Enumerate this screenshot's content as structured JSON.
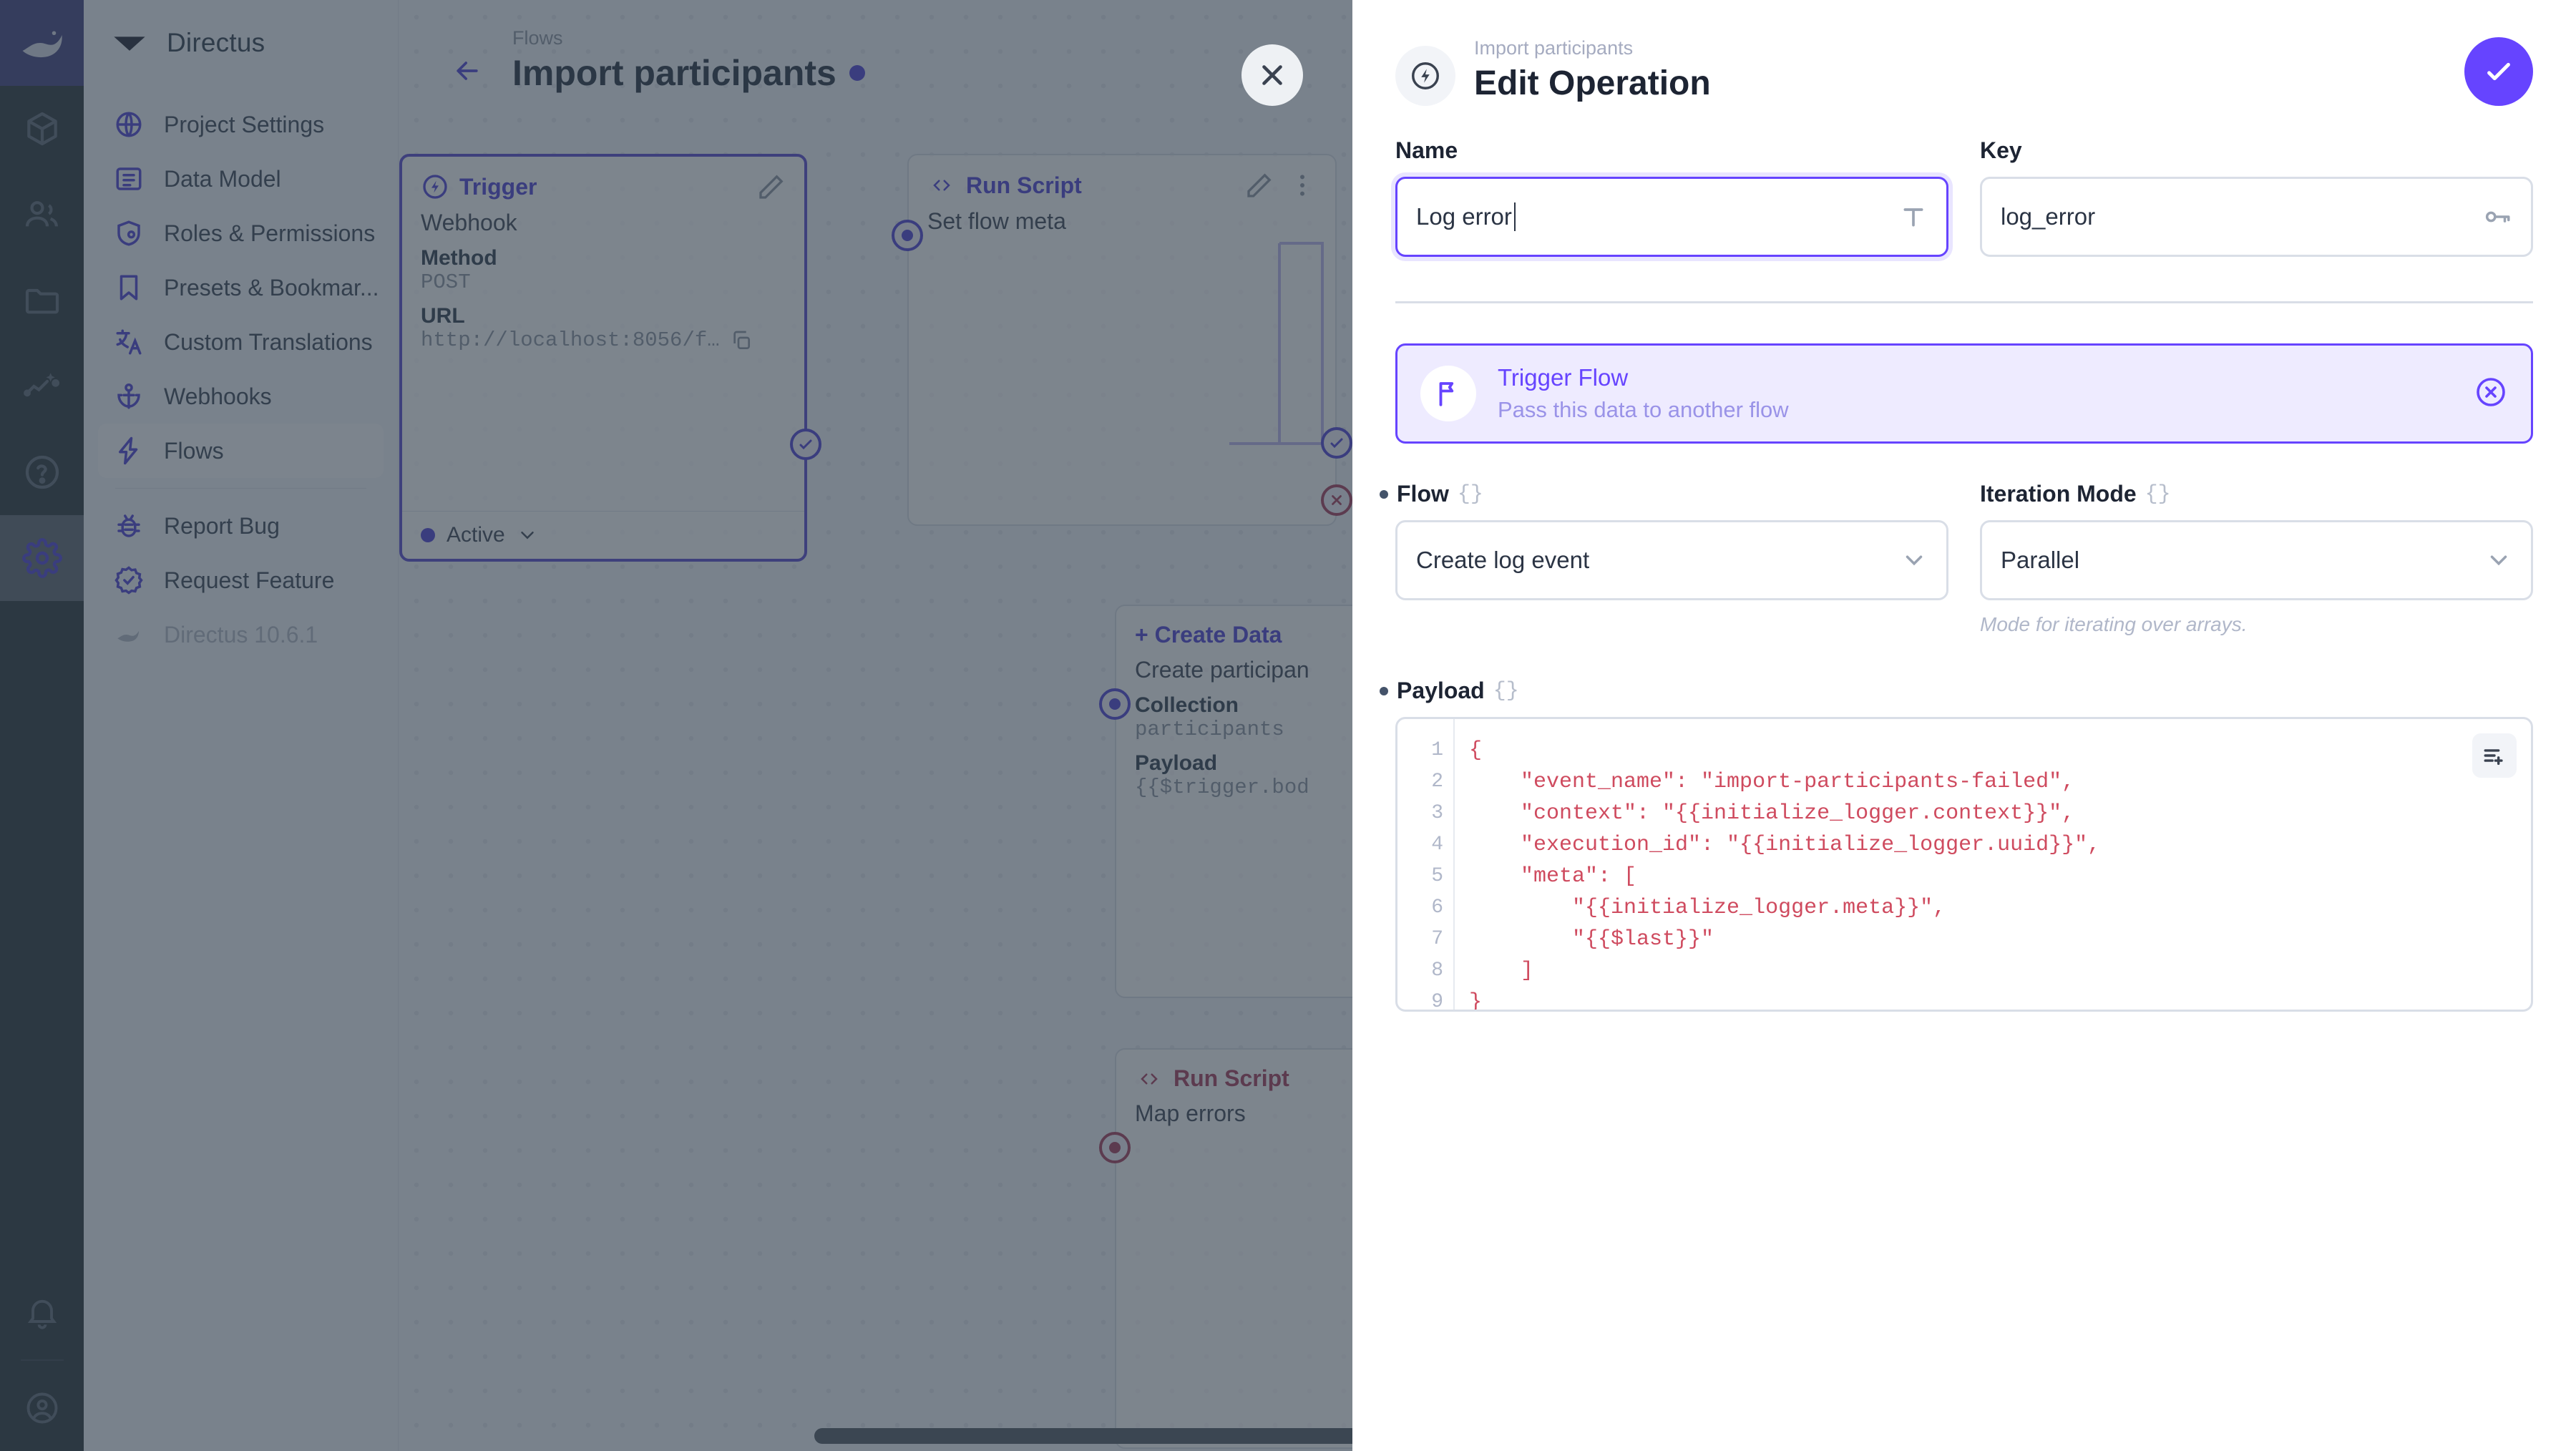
{
  "colors": {
    "accent": "#6644ff",
    "brand_dark": "#263238",
    "danger": "#a33a5b",
    "code_string": "#cf4b5f"
  },
  "rail": {
    "items": [
      {
        "name": "directus-logo",
        "icon": "rabbit-logo-icon"
      },
      {
        "name": "content",
        "icon": "box-icon"
      },
      {
        "name": "users",
        "icon": "people-icon"
      },
      {
        "name": "files",
        "icon": "folder-icon"
      },
      {
        "name": "insights",
        "icon": "insights-icon"
      },
      {
        "name": "help",
        "icon": "question-circle-icon"
      },
      {
        "name": "settings",
        "icon": "gear-icon"
      }
    ],
    "bottom": [
      {
        "name": "notifications",
        "icon": "bell-icon"
      },
      {
        "name": "account",
        "icon": "account-circle-icon"
      }
    ]
  },
  "modulebar": {
    "title": "Directus",
    "logo_icon": "directus-mark-icon",
    "items": [
      {
        "label": "Project Settings",
        "icon": "public-icon"
      },
      {
        "label": "Data Model",
        "icon": "list-alt-icon"
      },
      {
        "label": "Roles & Permissions",
        "icon": "admin-panel-icon"
      },
      {
        "label": "Presets & Bookmar...",
        "icon": "bookmark-icon"
      },
      {
        "label": "Custom Translations",
        "icon": "translate-icon"
      },
      {
        "label": "Webhooks",
        "icon": "anchor-icon"
      },
      {
        "label": "Flows",
        "icon": "bolt-icon",
        "selected": true
      }
    ],
    "footer_items": [
      {
        "label": "Report Bug",
        "icon": "bug-icon"
      },
      {
        "label": "Request Feature",
        "icon": "verified-icon"
      },
      {
        "label": "Directus 10.6.1",
        "icon": "rabbit-logo-icon",
        "muted": true
      }
    ]
  },
  "canvas": {
    "breadcrumb": "Flows",
    "title": "Import participants",
    "back_icon": "arrow-left-icon",
    "close_icon": "close-icon",
    "nodes": [
      {
        "type": "Trigger",
        "type_icon": "bolt-circle-icon",
        "edit_icon": "pencil-icon",
        "name": "Webhook",
        "fields": [
          {
            "key": "Method",
            "value": "POST"
          },
          {
            "key": "URL",
            "value": "http://localhost:8056/f…",
            "copy_icon": "copy-icon"
          }
        ],
        "status": "Active",
        "status_chevron_icon": "chevron-down-icon"
      },
      {
        "type": "Run Script",
        "type_icon": "code-icon",
        "edit_icon": "pencil-icon",
        "more_icon": "more-vertical-icon",
        "name": "Set flow meta"
      },
      {
        "type": "+ Create Data",
        "type_icon": "plus-icon",
        "name": "Create participan",
        "fields": [
          {
            "key": "Collection",
            "value": "participants"
          },
          {
            "key": "Payload",
            "value": "{{$trigger.bod"
          }
        ]
      },
      {
        "type": "Run Script",
        "type_icon": "code-icon",
        "name": "Map errors",
        "error": true
      }
    ]
  },
  "drawer": {
    "breadcrumb": "Import participants",
    "title": "Edit Operation",
    "badge_icon": "bolt-circle-icon",
    "save_icon": "check-icon",
    "name_field": {
      "label": "Name",
      "value": "Log error",
      "trail_icon": "text-format-icon"
    },
    "key_field": {
      "label": "Key",
      "value": "log_error",
      "trail_icon": "key-icon"
    },
    "banner": {
      "title": "Trigger Flow",
      "subtitle": "Pass this data to another flow",
      "icon": "flag-icon",
      "close_icon": "cancel-circle-icon"
    },
    "flow_field": {
      "label": "Flow",
      "braces": "{}",
      "value": "Create log event",
      "chevron_icon": "chevron-down-icon",
      "required": true
    },
    "iteration_field": {
      "label": "Iteration Mode",
      "braces": "{}",
      "value": "Parallel",
      "chevron_icon": "chevron-down-icon",
      "hint": "Mode for iterating over arrays."
    },
    "payload_field": {
      "label": "Payload",
      "braces": "{}",
      "required": true,
      "tool_icon": "playlist-add-icon",
      "line_numbers": [
        "1",
        "2",
        "3",
        "4",
        "5",
        "6",
        "7",
        "8",
        "9"
      ],
      "code": "{\n    \"event_name\": \"import-participants-failed\",\n    \"context\": \"{{initialize_logger.context}}\",\n    \"execution_id\": \"{{initialize_logger.uuid}}\",\n    \"meta\": [\n        \"{{initialize_logger.meta}}\",\n        \"{{$last}}\"\n    ]\n}"
    }
  }
}
